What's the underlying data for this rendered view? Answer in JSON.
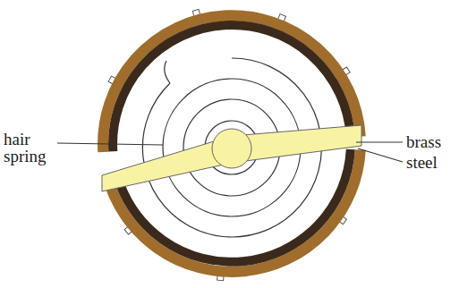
{
  "diagram": {
    "labels": [
      "hair spring",
      "brass",
      "steel"
    ]
  }
}
